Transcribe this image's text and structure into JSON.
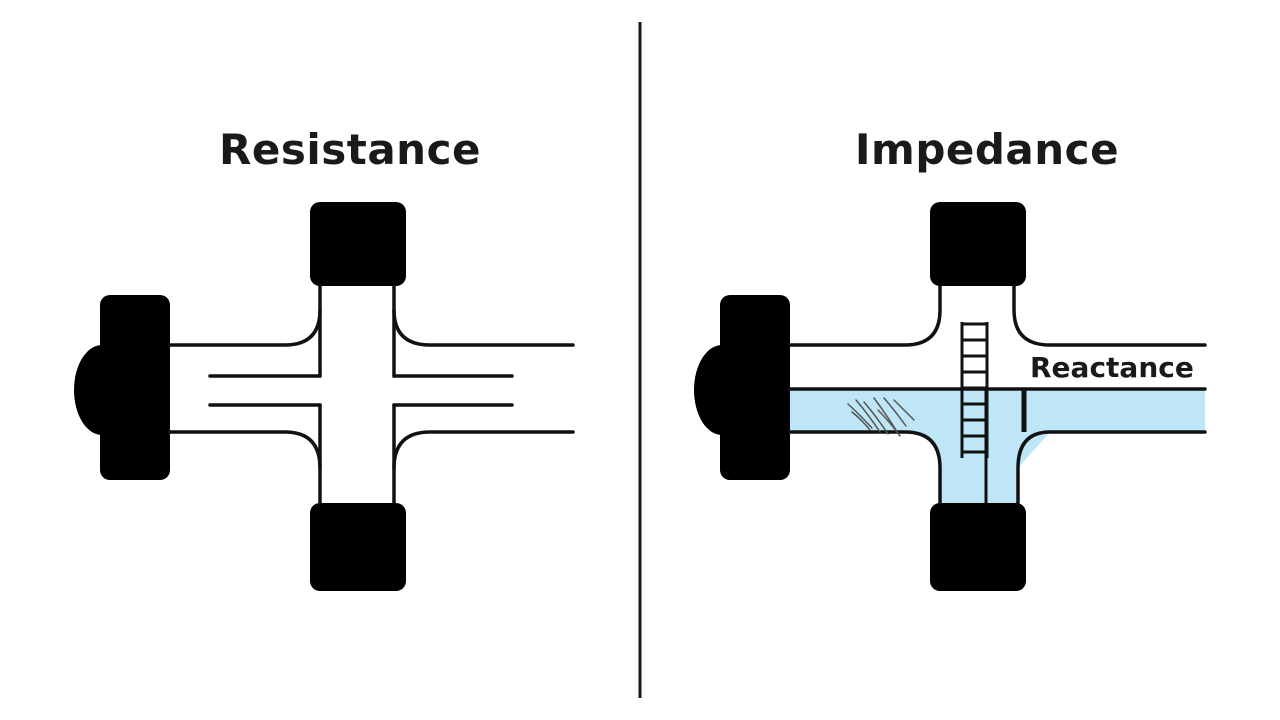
{
  "panels": {
    "left": {
      "title": "Resistance"
    },
    "right": {
      "title": "Impedance",
      "callout": "Reactance"
    }
  },
  "colors": {
    "fitting": "#000000",
    "pipe_line": "#111111",
    "water": "#bfe6f7",
    "divider": "#1a1a1a",
    "background": "#ffffff"
  },
  "icons": {
    "left_pipe": "cross-pipe-fitting-icon",
    "right_pipe": "cross-pipe-fitting-with-water-icon",
    "ladder": "ladder-icon",
    "splash": "water-splash-icon"
  }
}
